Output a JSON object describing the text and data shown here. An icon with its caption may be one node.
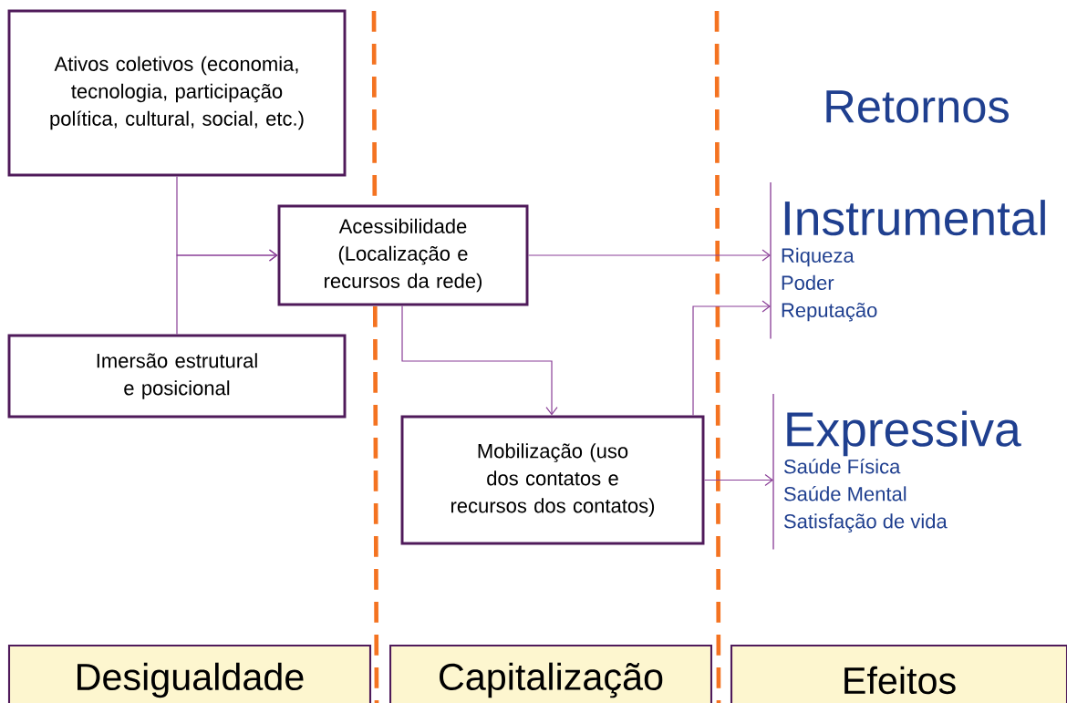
{
  "diagram": {
    "nodes": [
      {
        "text": [
          "Ativos coletivos (economia, tecnologia, participação política, cultural, social, etc.)"
        ]
      },
      {
        "text": [
          "Imersão estrutural e posicional"
        ]
      },
      {
        "text": [
          "Acessibilidade (Localização e recursos da rede)"
        ]
      },
      {
        "text": [
          "Mobilização (uso dos contatos e recursos dos contatos)"
        ]
      },
      {
        "text": [
          "Instrumental",
          "Riqueza",
          "Poder",
          "Reputação"
        ]
      },
      {
        "text": [
          "Expressiva",
          "Saúde Física",
          "Saúde Mental",
          "Satisfação de vida"
        ]
      },
      {
        "text": [
          "Desigualdade"
        ]
      },
      {
        "text": [
          "Capitalização"
        ]
      },
      {
        "text": [
          "Efeitos"
        ]
      }
    ],
    "edges": [
      {
        "from": 0,
        "to": 2,
        "arrow": "to"
      },
      {
        "from": 1,
        "to": 2,
        "arrow": "to"
      },
      {
        "from": 2,
        "to": 4,
        "arrow": "to"
      },
      {
        "from": 2,
        "to": 3,
        "arrow": "to"
      },
      {
        "from": 3,
        "to": 4,
        "arrow": "to"
      },
      {
        "from": 3,
        "to": 5,
        "arrow": "to"
      }
    ],
    "labels": [
      "Retornos"
    ]
  }
}
